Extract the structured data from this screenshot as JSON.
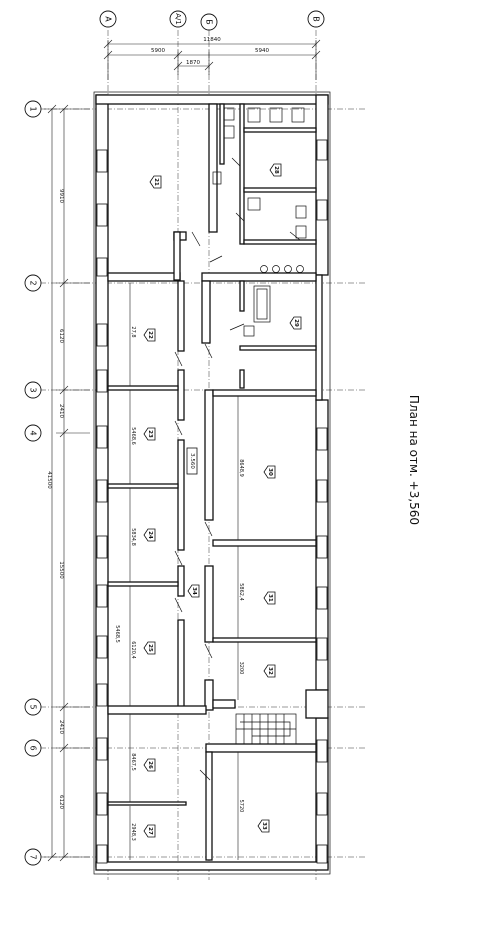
{
  "title": "План на отм. +3,560",
  "axes_top": [
    "А",
    "А/1",
    "Б",
    "В"
  ],
  "axes_left": [
    "1",
    "2",
    "3",
    "4",
    "5",
    "6",
    "7"
  ],
  "dims_top": {
    "overall": "11840",
    "left": "5900",
    "right": "5940",
    "small": "1870"
  },
  "dims_left": {
    "overall": "41500",
    "d1": "9910",
    "d2": "6120",
    "d3": "2410",
    "d4": "15500",
    "d5": "2410",
    "d6": "6120"
  },
  "level_mark": "3.560",
  "rooms": [
    {
      "num": "21",
      "area": ""
    },
    {
      "num": "22",
      "area": "27,8"
    },
    {
      "num": "23",
      "area": "5468,6"
    },
    {
      "num": "24",
      "area": "5834,8"
    },
    {
      "num": "25",
      "area": "6120,4"
    },
    {
      "num": "26",
      "area": "8467,5"
    },
    {
      "num": "27",
      "area": "2948,3"
    },
    {
      "num": "28",
      "area": ""
    },
    {
      "num": "29",
      "area": ""
    },
    {
      "num": "30",
      "area": "8648,9"
    },
    {
      "num": "31",
      "area": "5862,4"
    },
    {
      "num": "32",
      "area": "3200"
    },
    {
      "num": "33",
      "area": "5720"
    },
    {
      "num": "34",
      "area": ""
    }
  ],
  "extra_labels": {
    "inner_a": "5468,5"
  }
}
